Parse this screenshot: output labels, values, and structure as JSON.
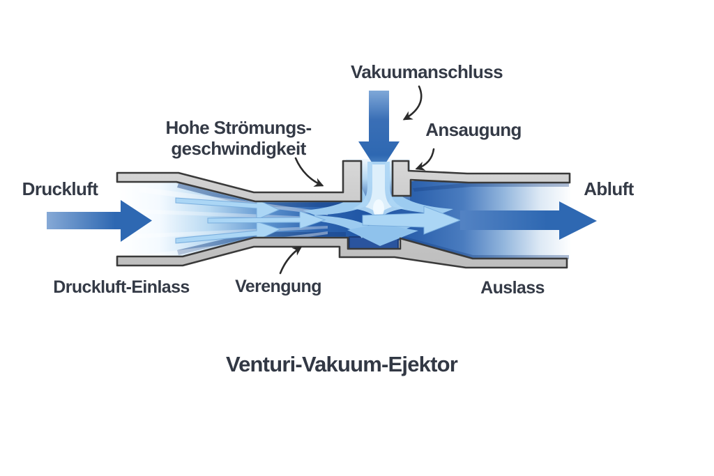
{
  "title": "Venturi-Vakuum-Ejektor",
  "labels": {
    "vacuum_connection": "Vakuumanschluss",
    "high_flow_velocity_line1": "Hohe Strömungs-",
    "high_flow_velocity_line2": "geschwindigkeit",
    "suction": "Ansaugung",
    "compressed_air": "Druckluft",
    "exhaust_air": "Abluft",
    "compressed_air_inlet": "Druckluft-Einlass",
    "constriction": "Verengung",
    "outlet": "Auslass"
  },
  "flow_arrows": [
    {
      "name": "compressed-air-inflow",
      "direction": "left-to-right"
    },
    {
      "name": "vacuum-inflow",
      "direction": "top-to-bottom"
    },
    {
      "name": "exhaust-outflow",
      "direction": "left-to-right"
    }
  ],
  "colors": {
    "arrow_blue": "#2e68b2",
    "flow_dark_blue": "#1f55a4",
    "flow_light_blue": "#abd6f5",
    "wall_gray": "#c9c9c9",
    "wall_outline": "#3a3a3a",
    "annotation_black": "#2b2b2b",
    "label_text": "#343a46",
    "background": "#ffffff"
  }
}
